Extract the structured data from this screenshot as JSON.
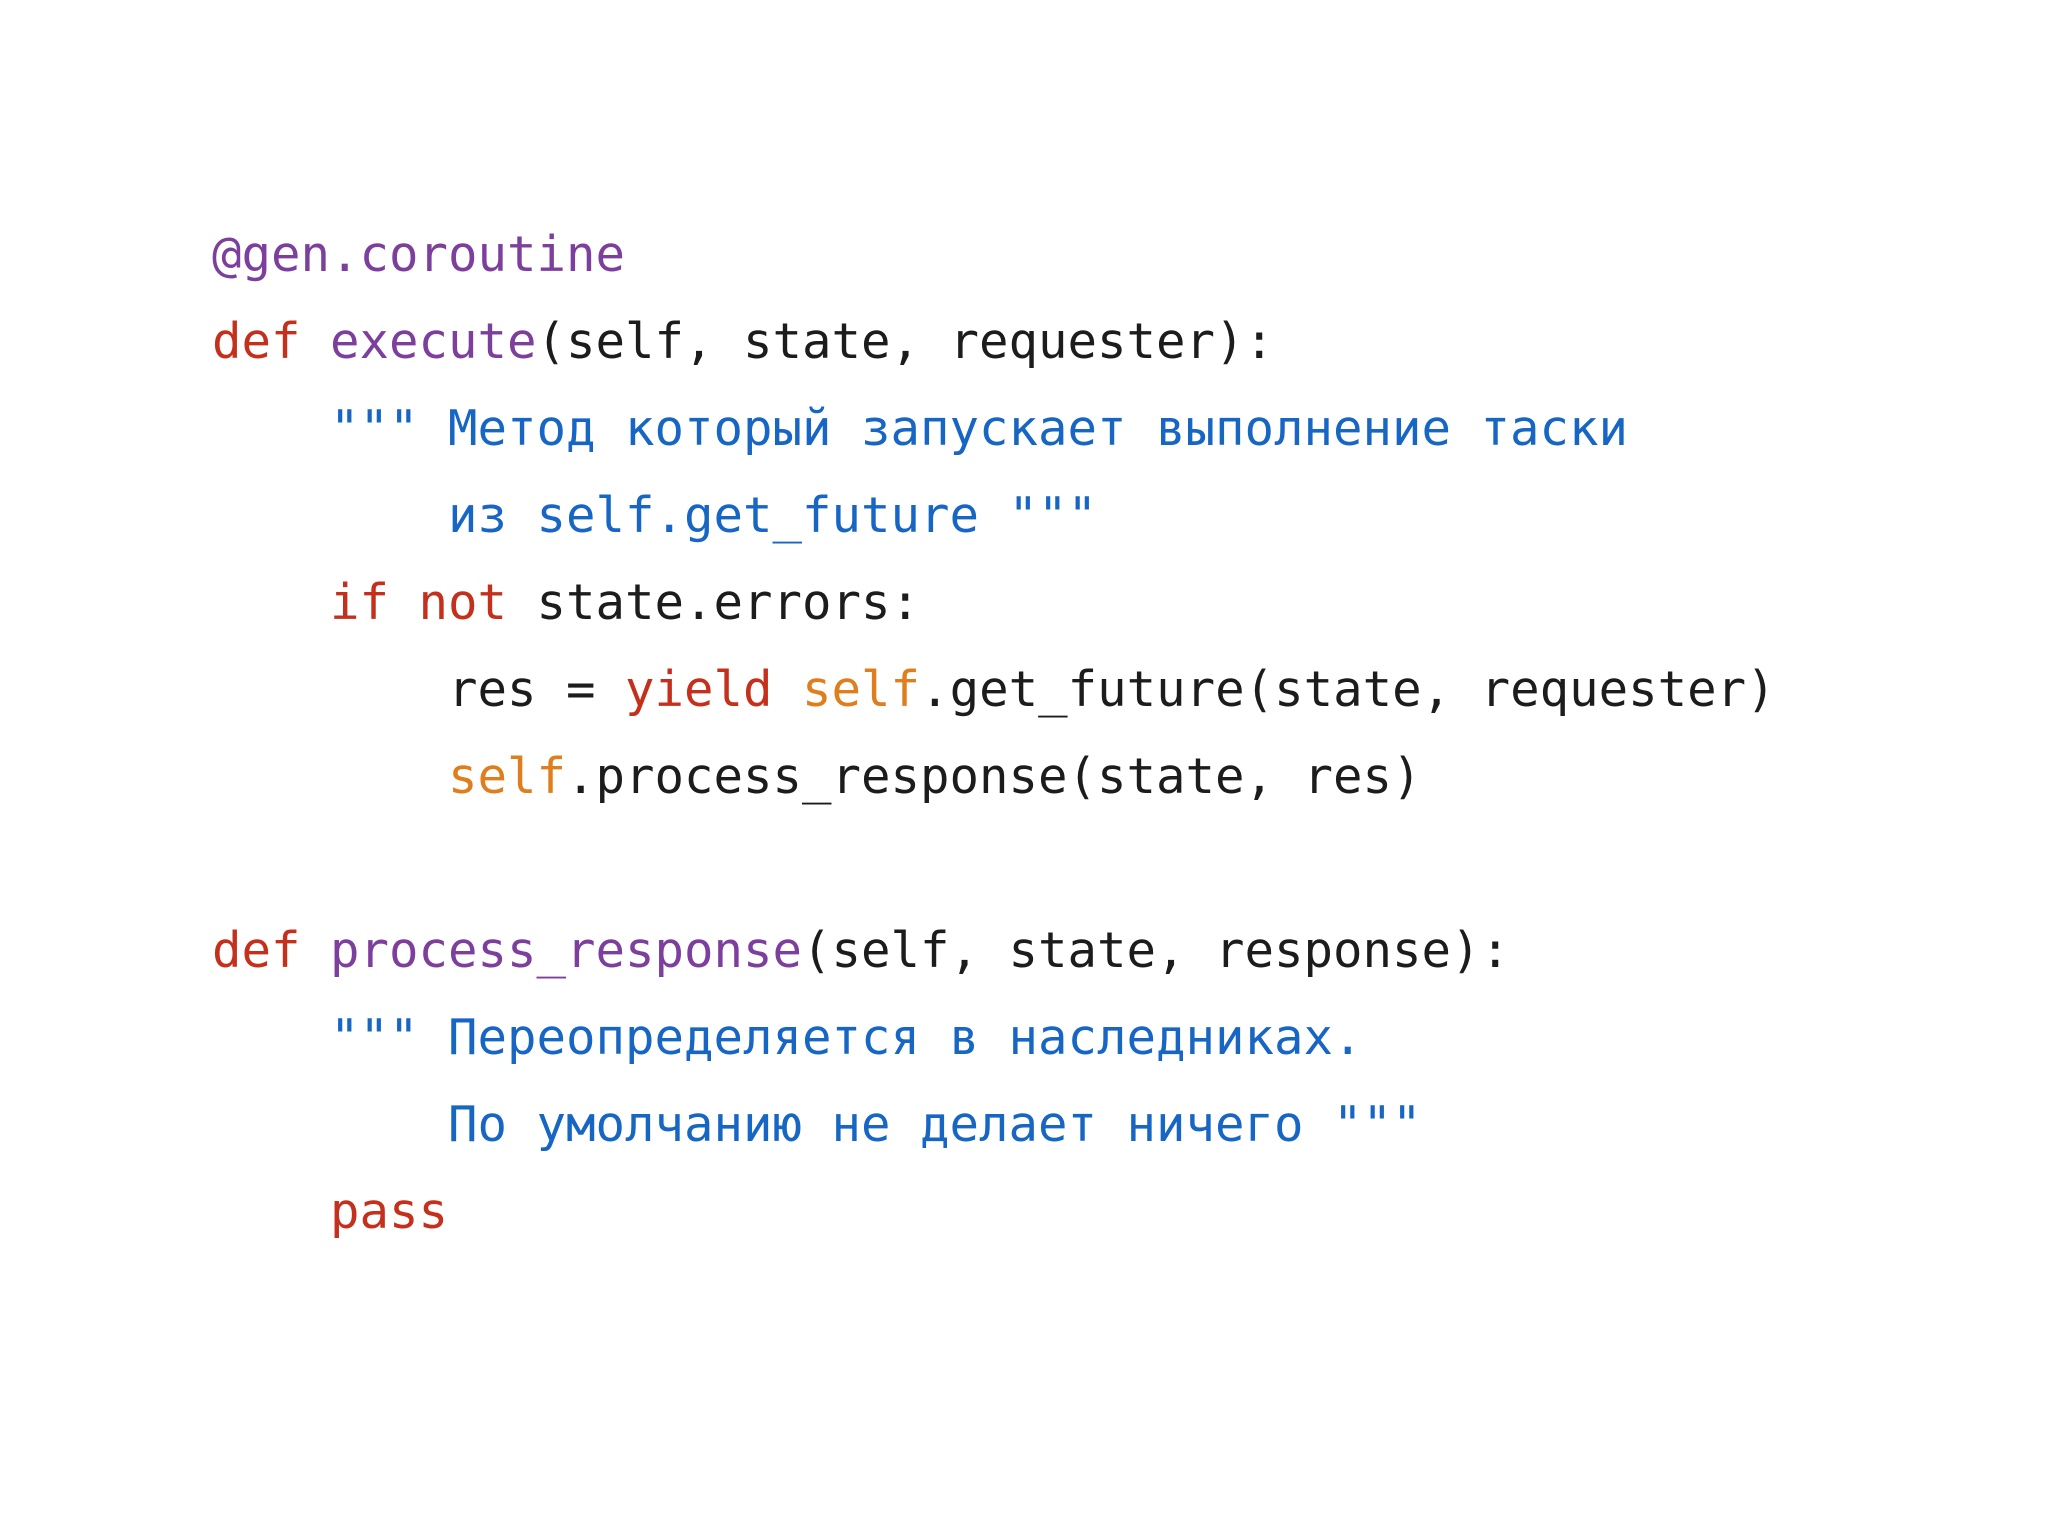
{
  "slide": {
    "background": "#ffffff"
  },
  "code": {
    "language": "python",
    "colors": {
      "plain": "#1c1c1c",
      "keyword": "#c5301c",
      "decorator": "#7d3f9d",
      "function": "#7d3f9d",
      "self": "#de7e1d",
      "docstring": "#1766c4"
    },
    "lines": [
      [
        {
          "t": "@gen.coroutine",
          "c": "decorator"
        }
      ],
      [
        {
          "t": "def",
          "c": "keyword"
        },
        {
          "t": " ",
          "c": "plain"
        },
        {
          "t": "execute",
          "c": "function"
        },
        {
          "t": "(self, state, requester):",
          "c": "plain"
        }
      ],
      [
        {
          "t": "    ",
          "c": "plain"
        },
        {
          "t": "\"\"\" Метод который запускает выполнение таски",
          "c": "docstring"
        }
      ],
      [
        {
          "t": "        ",
          "c": "plain"
        },
        {
          "t": "из self.get_future \"\"\"",
          "c": "docstring"
        }
      ],
      [
        {
          "t": "    ",
          "c": "plain"
        },
        {
          "t": "if not",
          "c": "keyword"
        },
        {
          "t": " state.errors:",
          "c": "plain"
        }
      ],
      [
        {
          "t": "        res = ",
          "c": "plain"
        },
        {
          "t": "yield",
          "c": "keyword"
        },
        {
          "t": " ",
          "c": "plain"
        },
        {
          "t": "self",
          "c": "self"
        },
        {
          "t": ".get_future(state, requester)",
          "c": "plain"
        }
      ],
      [
        {
          "t": "        ",
          "c": "plain"
        },
        {
          "t": "self",
          "c": "self"
        },
        {
          "t": ".process_response(state, res)",
          "c": "plain"
        }
      ],
      [],
      [
        {
          "t": "def",
          "c": "keyword"
        },
        {
          "t": " ",
          "c": "plain"
        },
        {
          "t": "process_response",
          "c": "function"
        },
        {
          "t": "(self, state, response):",
          "c": "plain"
        }
      ],
      [
        {
          "t": "    ",
          "c": "plain"
        },
        {
          "t": "\"\"\" Переопределяется в наследниках.",
          "c": "docstring"
        }
      ],
      [
        {
          "t": "        ",
          "c": "plain"
        },
        {
          "t": "По умолчанию не делает ничего \"\"\"",
          "c": "docstring"
        }
      ],
      [
        {
          "t": "    ",
          "c": "plain"
        },
        {
          "t": "pass",
          "c": "keyword"
        }
      ]
    ]
  }
}
